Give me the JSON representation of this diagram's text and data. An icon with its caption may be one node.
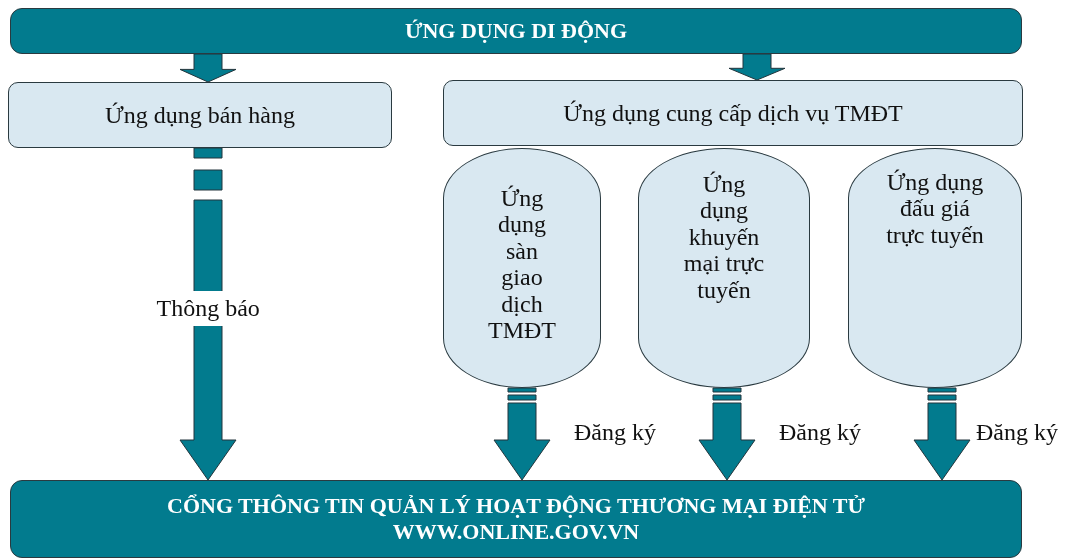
{
  "diagram": {
    "nodes": [
      {
        "text": [
          "ỨNG DỤNG DI ĐỘNG"
        ]
      },
      {
        "text": [
          "Ứng dụng bán hàng"
        ]
      },
      {
        "text": [
          "Ứng dụng cung cấp dịch vụ TMĐT"
        ]
      },
      {
        "text": [
          "Ứng dụng sàn giao dịch TMĐT"
        ]
      },
      {
        "text": [
          "Ứng dụng khuyến mại trực tuyến"
        ]
      },
      {
        "text": [
          "Ứng dụng đấu giá trực tuyến"
        ]
      },
      {
        "text": [
          "CỔNG THÔNG TIN QUẢN LÝ HOẠT ĐỘNG THƯƠNG MẠI ĐIỆN TỬ",
          "WWW.ONLINE.GOV.VN"
        ]
      }
    ],
    "edges": [
      {
        "from": 0,
        "to": 1,
        "arrow": "to",
        "style": "thick"
      },
      {
        "from": 0,
        "to": 2,
        "arrow": "to",
        "style": "thick"
      },
      {
        "from": 1,
        "to": 6,
        "arrow": "to",
        "style": "thick",
        "label": "Thông báo"
      },
      {
        "from": 3,
        "to": 6,
        "arrow": "to",
        "style": "thick",
        "label": "Đăng ký"
      },
      {
        "from": 4,
        "to": 6,
        "arrow": "to",
        "style": "thick",
        "label": "Đăng ký"
      },
      {
        "from": 5,
        "to": 6,
        "arrow": "to",
        "style": "thick",
        "label": "Đăng ký"
      }
    ]
  }
}
